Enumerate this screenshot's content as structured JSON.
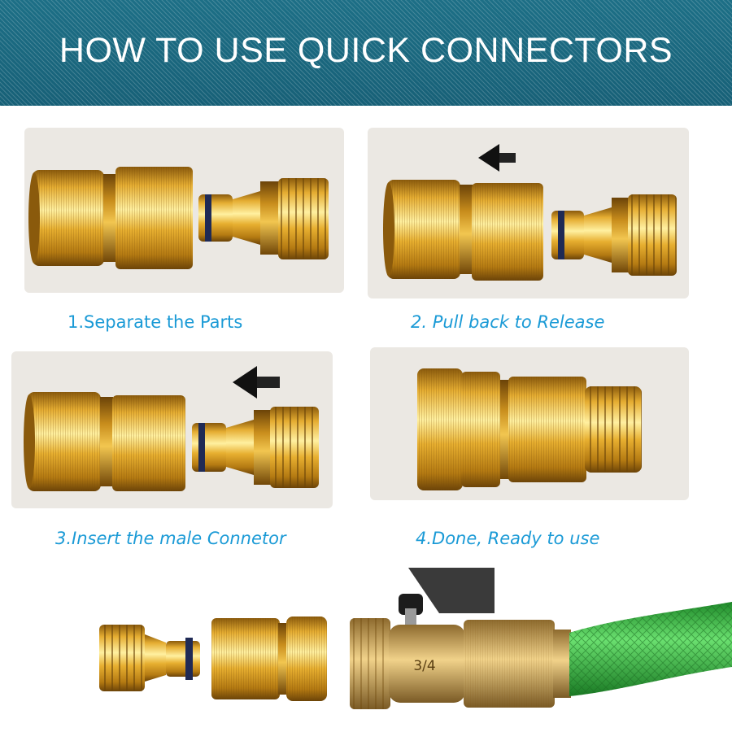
{
  "header": {
    "title": "HOW TO USE QUICK CONNECTORS"
  },
  "steps": [
    {
      "label": "1.Separate the Parts"
    },
    {
      "label": "2. Pull back to Release"
    },
    {
      "label": "3.Insert the male Connetor"
    },
    {
      "label": "4.Done, Ready to use"
    }
  ],
  "valve": {
    "size_marking": "3/4"
  },
  "icons": {
    "arrow": "arrow-left-icon",
    "female_connector": "female-connector-icon",
    "male_connector": "male-connector-icon",
    "valve": "shutoff-valve-icon",
    "hose": "garden-hose-icon"
  },
  "colors": {
    "banner": "#1d6f86",
    "caption": "#1a9ad6",
    "brass": "#e3a92c",
    "oring": "#1f2a55",
    "hose": "#3fc43f"
  }
}
